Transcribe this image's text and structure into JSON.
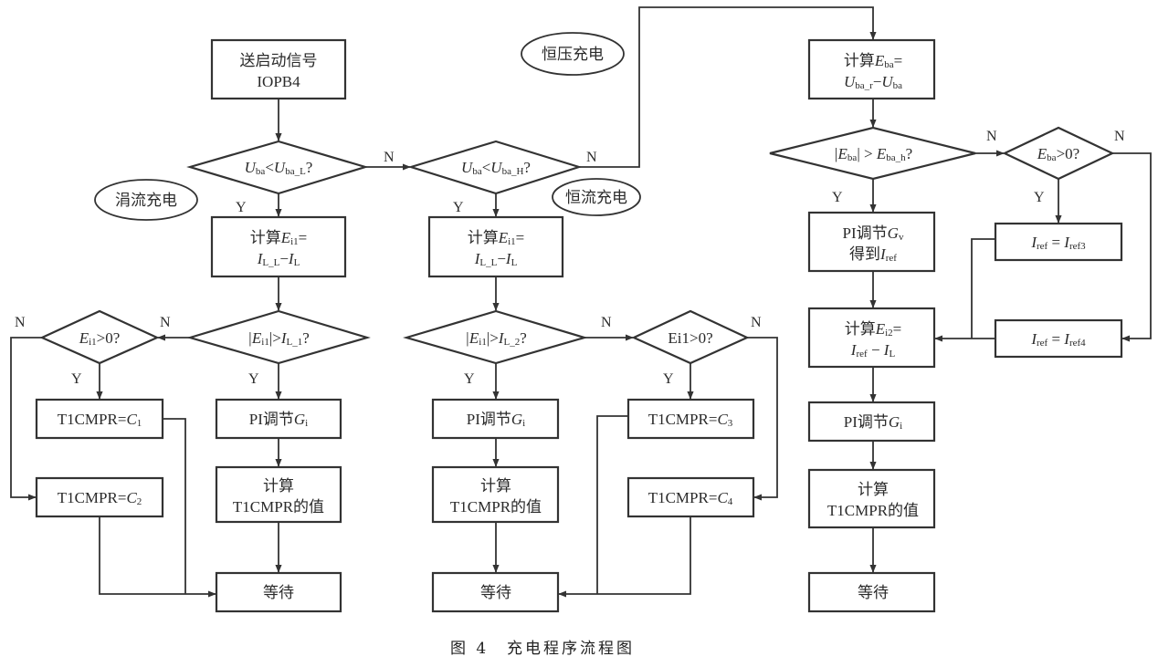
{
  "caption": {
    "figure": "图 4",
    "title": "充电程序流程图"
  },
  "phases": {
    "trickle": "涓流充电",
    "constant_current": "恒流充电",
    "constant_voltage": "恒压充电"
  },
  "branch_labels": {
    "yes": "Y",
    "no": "N"
  },
  "nodes": {
    "start": {
      "line1": "送启动信号",
      "line2": "IOPB4"
    },
    "check_low": {
      "lhs": "U",
      "lhs_sub": "ba",
      "op": "<",
      "rhs": "U",
      "rhs_sub": "ba_L",
      "end": "?"
    },
    "check_high": {
      "lhs": "U",
      "lhs_sub": "ba",
      "op": "<",
      "rhs": "U",
      "rhs_sub": "ba_H",
      "end": "?"
    },
    "trickle_calc": {
      "prefix": "计算",
      "var": "E",
      "var_sub": "i1",
      "eq": "=",
      "a": "I",
      "a_sub": "L_L",
      "minus": "−",
      "b": "I",
      "b_sub": "L"
    },
    "trickle_check": {
      "lhs": "|E",
      "lhs_sub": "i1",
      "mid": "|>",
      "rhs": "I",
      "rhs_sub": "L_1",
      "end": "?"
    },
    "trickle_sign": {
      "lhs": "E",
      "lhs_sub": "i1",
      "rest": ">0?"
    },
    "trickle_c1": {
      "text": "T1CMPR=",
      "var": "C",
      "var_sub": "1"
    },
    "trickle_c2": {
      "text": "T1CMPR=",
      "var": "C",
      "var_sub": "2"
    },
    "trickle_pi": {
      "text": "PI调节",
      "var": "G",
      "var_sub": "i"
    },
    "trickle_t1": {
      "line1": "计算",
      "line2": "T1CMPR的值"
    },
    "trickle_wait": {
      "text": "等待"
    },
    "cc_calc": {
      "prefix": "计算",
      "var": "E",
      "var_sub": "i1",
      "eq": "=",
      "a": "I",
      "a_sub": "L_L",
      "minus": "−",
      "b": "I",
      "b_sub": "L"
    },
    "cc_check": {
      "lhs": "|E",
      "lhs_sub": "i1",
      "mid": "|>",
      "rhs": "I",
      "rhs_sub": "L_2",
      "end": "?"
    },
    "cc_sign": {
      "text": "Ei1>0?"
    },
    "cc_c3": {
      "text": "T1CMPR=",
      "var": "C",
      "var_sub": "3"
    },
    "cc_c4": {
      "text": "T1CMPR=",
      "var": "C",
      "var_sub": "4"
    },
    "cc_pi": {
      "text": "PI调节",
      "var": "G",
      "var_sub": "i"
    },
    "cc_t1": {
      "line1": "计算",
      "line2": "T1CMPR的值"
    },
    "cc_wait": {
      "text": "等待"
    },
    "cv_calc": {
      "prefix": "计算",
      "var": "E",
      "var_sub": "ba",
      "eq": "=",
      "a": "U",
      "a_sub": "ba_r",
      "minus": "−",
      "b": "U",
      "b_sub": "ba"
    },
    "cv_check": {
      "lhs": "|E",
      "lhs_sub": "ba",
      "mid": "| > ",
      "rhs": "E",
      "rhs_sub": "ba_h",
      "end": "?"
    },
    "cv_sign": {
      "lhs": "E",
      "lhs_sub": "ba",
      "rest": ">0?"
    },
    "cv_pi_v": {
      "line1": "PI调节",
      "var1": "G",
      "var1_sub": "v",
      "line2": "得到",
      "var2": "I",
      "var2_sub": "ref"
    },
    "cv_iref3": {
      "lhs": "I",
      "lhs_sub": "ref",
      "eq": " = ",
      "rhs": "I",
      "rhs_sub": "ref3"
    },
    "cv_iref4": {
      "lhs": "I",
      "lhs_sub": "ref",
      "eq": " = ",
      "rhs": "I",
      "rhs_sub": "ref4"
    },
    "cv_calc2": {
      "prefix": "计算",
      "var": "E",
      "var_sub": "i2",
      "eq": "=",
      "a": "I",
      "a_sub": "ref",
      "minus": " − ",
      "b": "I",
      "b_sub": "L"
    },
    "cv_pi_i": {
      "text": "PI调节",
      "var": "G",
      "var_sub": "i"
    },
    "cv_t1": {
      "line1": "计算",
      "line2": "T1CMPR的值"
    },
    "cv_wait": {
      "text": "等待"
    }
  }
}
